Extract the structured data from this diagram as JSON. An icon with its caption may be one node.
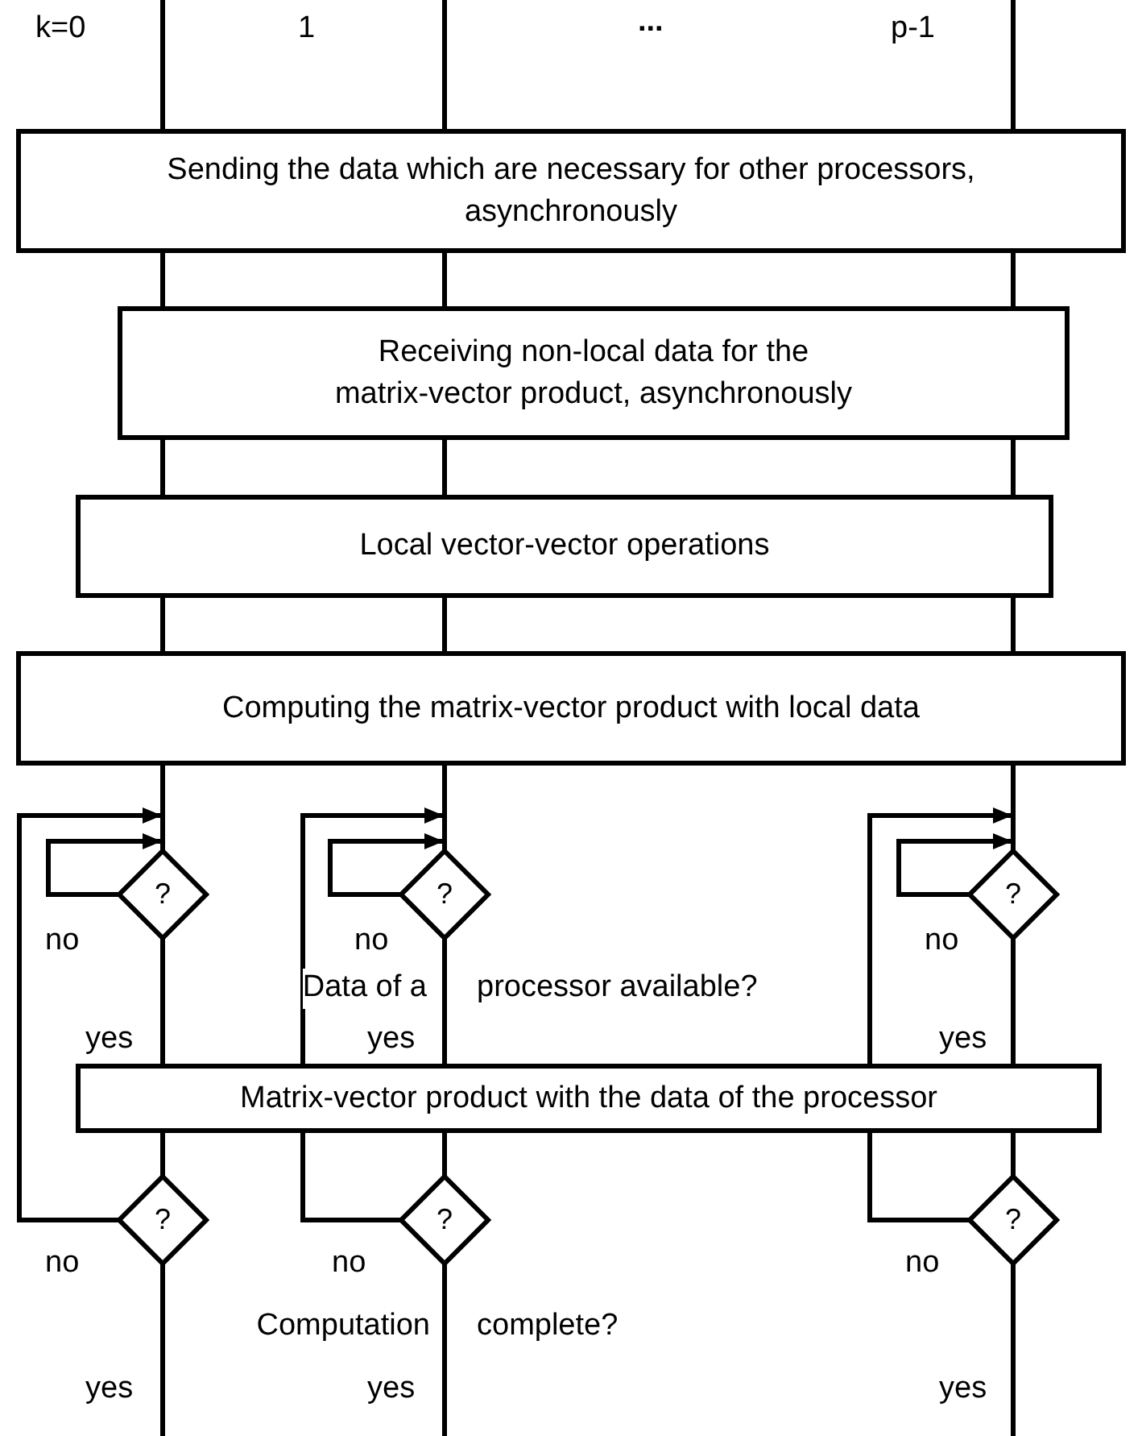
{
  "diagram": {
    "nodes": [
      {
        "text": [
          "Sending the data which are necessary for other processors, asynchronously"
        ]
      },
      {
        "text": [
          "Receiving non-local data for the matrix-vector product, asynchronously"
        ]
      },
      {
        "text": [
          "Local vector-vector operations"
        ]
      },
      {
        "text": [
          "Computing the matrix-vector product with local data"
        ]
      },
      {
        "text": [
          "?"
        ]
      },
      {
        "text": [
          "?"
        ],
        "beside": [
          "Data of a",
          "processor available?"
        ]
      },
      {
        "text": [
          "?"
        ]
      },
      {
        "text": [
          "Matrix-vector product with the data of the processor"
        ]
      },
      {
        "text": [
          "?"
        ]
      },
      {
        "text": [
          "?"
        ],
        "beside": [
          "Computation",
          "complete?"
        ]
      },
      {
        "text": [
          "?"
        ]
      }
    ],
    "edges": [
      {
        "from": null,
        "to": 0,
        "arrow": "none"
      },
      {
        "from": null,
        "to": 0,
        "arrow": "none"
      },
      {
        "from": null,
        "to": 0,
        "arrow": "none"
      },
      {
        "from": 0,
        "to": 1,
        "arrow": "none"
      },
      {
        "from": 0,
        "to": 1,
        "arrow": "none"
      },
      {
        "from": 0,
        "to": 1,
        "arrow": "none"
      },
      {
        "from": 1,
        "to": 2,
        "arrow": "none"
      },
      {
        "from": 1,
        "to": 2,
        "arrow": "none"
      },
      {
        "from": 1,
        "to": 2,
        "arrow": "none"
      },
      {
        "from": 2,
        "to": 3,
        "arrow": "none"
      },
      {
        "from": 2,
        "to": 3,
        "arrow": "none"
      },
      {
        "from": 2,
        "to": 3,
        "arrow": "none"
      },
      {
        "from": 3,
        "to": 4,
        "arrow": "none"
      },
      {
        "from": 3,
        "to": 5,
        "arrow": "none"
      },
      {
        "from": 3,
        "to": 6,
        "arrow": "none"
      },
      {
        "from": 4,
        "to": 4,
        "arrow": "to",
        "label": "no"
      },
      {
        "from": 5,
        "to": 5,
        "arrow": "to",
        "label": "no"
      },
      {
        "from": 6,
        "to": 6,
        "arrow": "to",
        "label": "no"
      },
      {
        "from": 4,
        "to": 7,
        "arrow": "none",
        "label": "yes"
      },
      {
        "from": 5,
        "to": 7,
        "arrow": "none",
        "label": "yes"
      },
      {
        "from": 6,
        "to": 7,
        "arrow": "none",
        "label": "yes"
      },
      {
        "from": 7,
        "to": 8,
        "arrow": "none"
      },
      {
        "from": 7,
        "to": 9,
        "arrow": "none"
      },
      {
        "from": 7,
        "to": 10,
        "arrow": "none"
      },
      {
        "from": 8,
        "to": 4,
        "arrow": "to",
        "label": "no"
      },
      {
        "from": 9,
        "to": 7,
        "arrow": "none",
        "label": "no"
      },
      {
        "from": 10,
        "to": 7,
        "arrow": "none",
        "label": "no"
      },
      {
        "from": 8,
        "to": null,
        "arrow": "none",
        "label": "yes"
      },
      {
        "from": 9,
        "to": null,
        "arrow": "none",
        "label": "yes"
      },
      {
        "from": 10,
        "to": null,
        "arrow": "none",
        "label": "yes"
      },
      {
        "from": 7,
        "to": 5,
        "arrow": "to"
      },
      {
        "from": 7,
        "to": 6,
        "arrow": "to"
      }
    ],
    "labels": [
      "k=0",
      "1",
      "...",
      "p-1"
    ]
  }
}
